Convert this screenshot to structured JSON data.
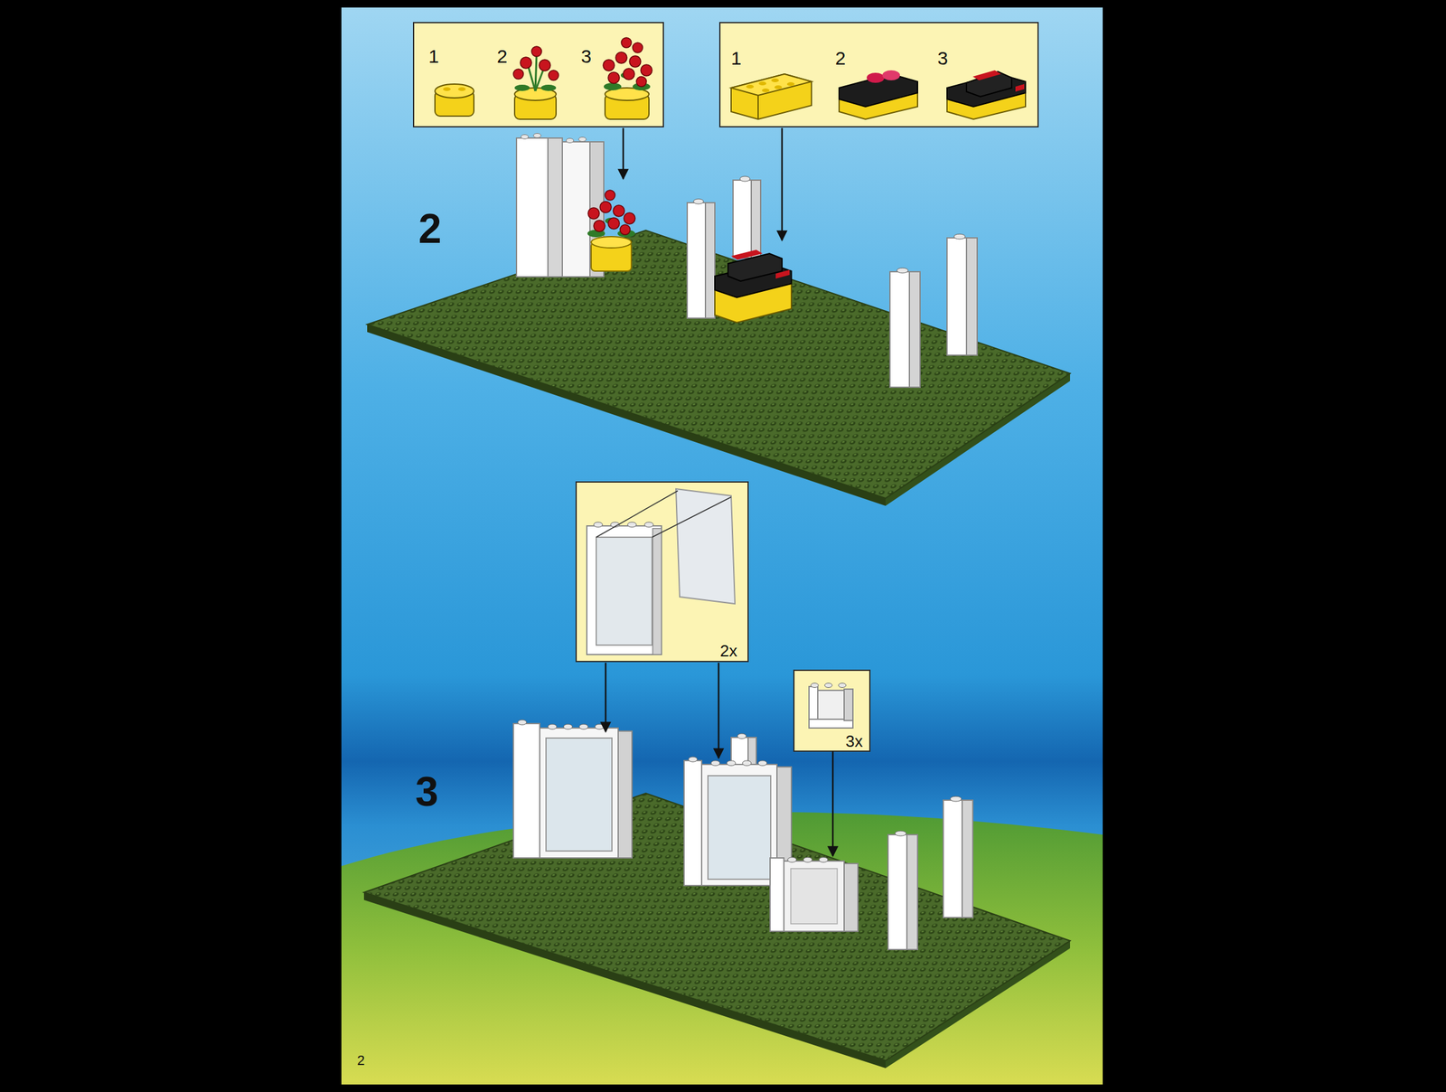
{
  "diagram": {
    "nodes": [
      {
        "text": [
          "1",
          "2",
          "3"
        ]
      },
      {
        "text": [
          "1",
          "2",
          "3"
        ]
      },
      {
        "text": [
          "2x"
        ]
      },
      {
        "text": [
          "3x"
        ]
      }
    ],
    "labels": [
      "2",
      "3",
      "2"
    ]
  }
}
